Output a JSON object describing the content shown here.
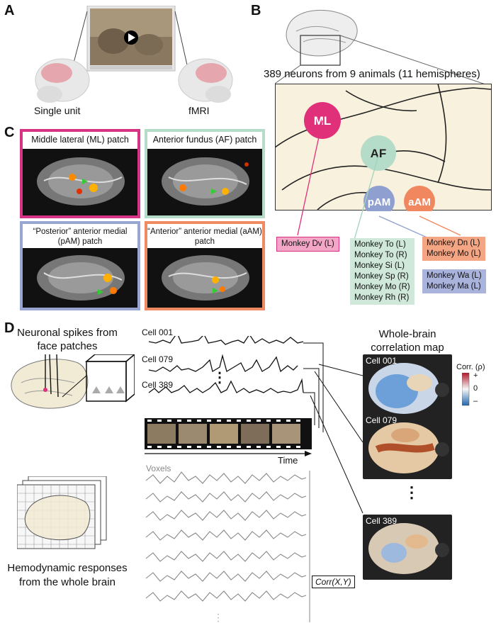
{
  "panels": {
    "a": "A",
    "b": "B",
    "c": "C",
    "d": "D"
  },
  "panel_a": {
    "left_label": "Single unit",
    "right_label": "fMRI"
  },
  "panel_b": {
    "caption": "389 neurons from 9 animals (11 hemispheres)",
    "patches": [
      {
        "id": "ML",
        "color": "#e0307a"
      },
      {
        "id": "AF",
        "color": "#b8e0cc"
      },
      {
        "id": "pAM",
        "color": "#8e9fd0"
      },
      {
        "id": "aAM",
        "color": "#f0875f"
      }
    ],
    "ml_monkeys": [
      "Monkey Dv (L)"
    ],
    "af_monkeys": [
      "Monkey To (L)",
      "Monkey To (R)",
      "Monkey Si (L)",
      "Monkey Sp (R)",
      "Monkey Mo (R)",
      "Monkey Rh (R)"
    ],
    "pam_monkeys": [
      "Monkey Wa (L)",
      "Monkey Ma (L)"
    ],
    "aam_monkeys": [
      "Monkey Dn (L)",
      "Monkey Mo (L)"
    ]
  },
  "panel_c": {
    "ml_title": "Middle lateral (ML) patch",
    "af_title": "Anterior fundus (AF) patch",
    "pam_title": "“Posterior” anterior medial (pAM) patch",
    "aam_title": "“Anterior” anterior medial (aAM) patch"
  },
  "panel_d": {
    "spikes_label": "Neuronal spikes from face patches",
    "hemo_label": "Hemodynamic responses from the whole brain",
    "cells": [
      "Cell 001",
      "Cell 079",
      "Cell 389"
    ],
    "dots": "⋮",
    "time_label": "Time",
    "voxels_label": "Voxels",
    "corr_formula": "Corr(X,Y)",
    "map_title": "Whole-brain correlation map",
    "colorbar_title": "Corr. (ρ)",
    "colorbar_ticks": [
      "+",
      "0",
      "–"
    ]
  },
  "colors": {
    "ml": "#d63384",
    "af": "#b5dcc8",
    "pam": "#9aa6d2",
    "aam": "#ef8a62",
    "brain_fill": "#f8f1dd",
    "ml_box_bg": "#f4a6c6",
    "af_box_bg": "#cfe8da",
    "pam_box_bg": "#aab3dc",
    "aam_box_bg": "#f4a684"
  }
}
